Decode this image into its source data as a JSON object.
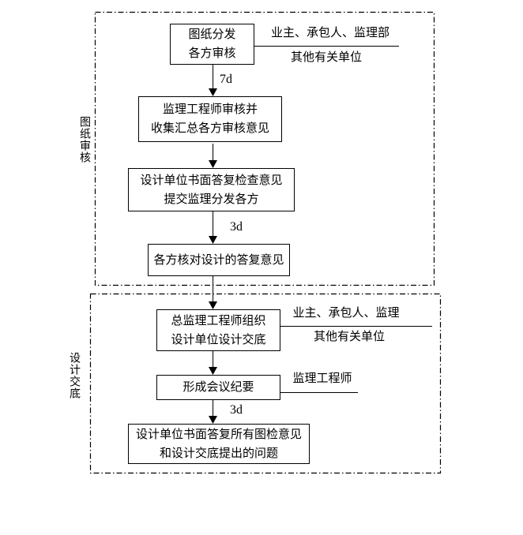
{
  "colors": {
    "background": "#ffffff",
    "border": "#000000",
    "text": "#000000",
    "arrow_shaft": "#3f3f3f",
    "arrow_head": "#000000"
  },
  "sections": [
    {
      "label": "图纸审核"
    },
    {
      "label": "设计交底"
    }
  ],
  "boxes": [
    {
      "line1": "图纸分发",
      "line2": "各方审核"
    },
    {
      "line1": "监理工程师审核并",
      "line2": "收集汇总各方审核意见"
    },
    {
      "line1": "设计单位书面答复检查意见",
      "line2": "提交监理分发各方"
    },
    {
      "line1": "各方核对设计的答复意见"
    },
    {
      "line1": "总监理工程师组织",
      "line2": "设计单位设计交底"
    },
    {
      "line1": "形成会议纪要"
    },
    {
      "line1": "设计单位书面答复所有图检意见",
      "line2": "和设计交底提出的问题"
    }
  ],
  "annotations": [
    {
      "above_line": "业主、承包人、监理部",
      "below_line": "其他有关单位"
    },
    {
      "above_line": "业主、承包人、监理",
      "below_line": "其他有关单位"
    },
    {
      "above_line": "监理工程师"
    }
  ],
  "durations": [
    {
      "text": "7d"
    },
    {
      "text": "3d"
    },
    {
      "text": "3d"
    }
  ]
}
